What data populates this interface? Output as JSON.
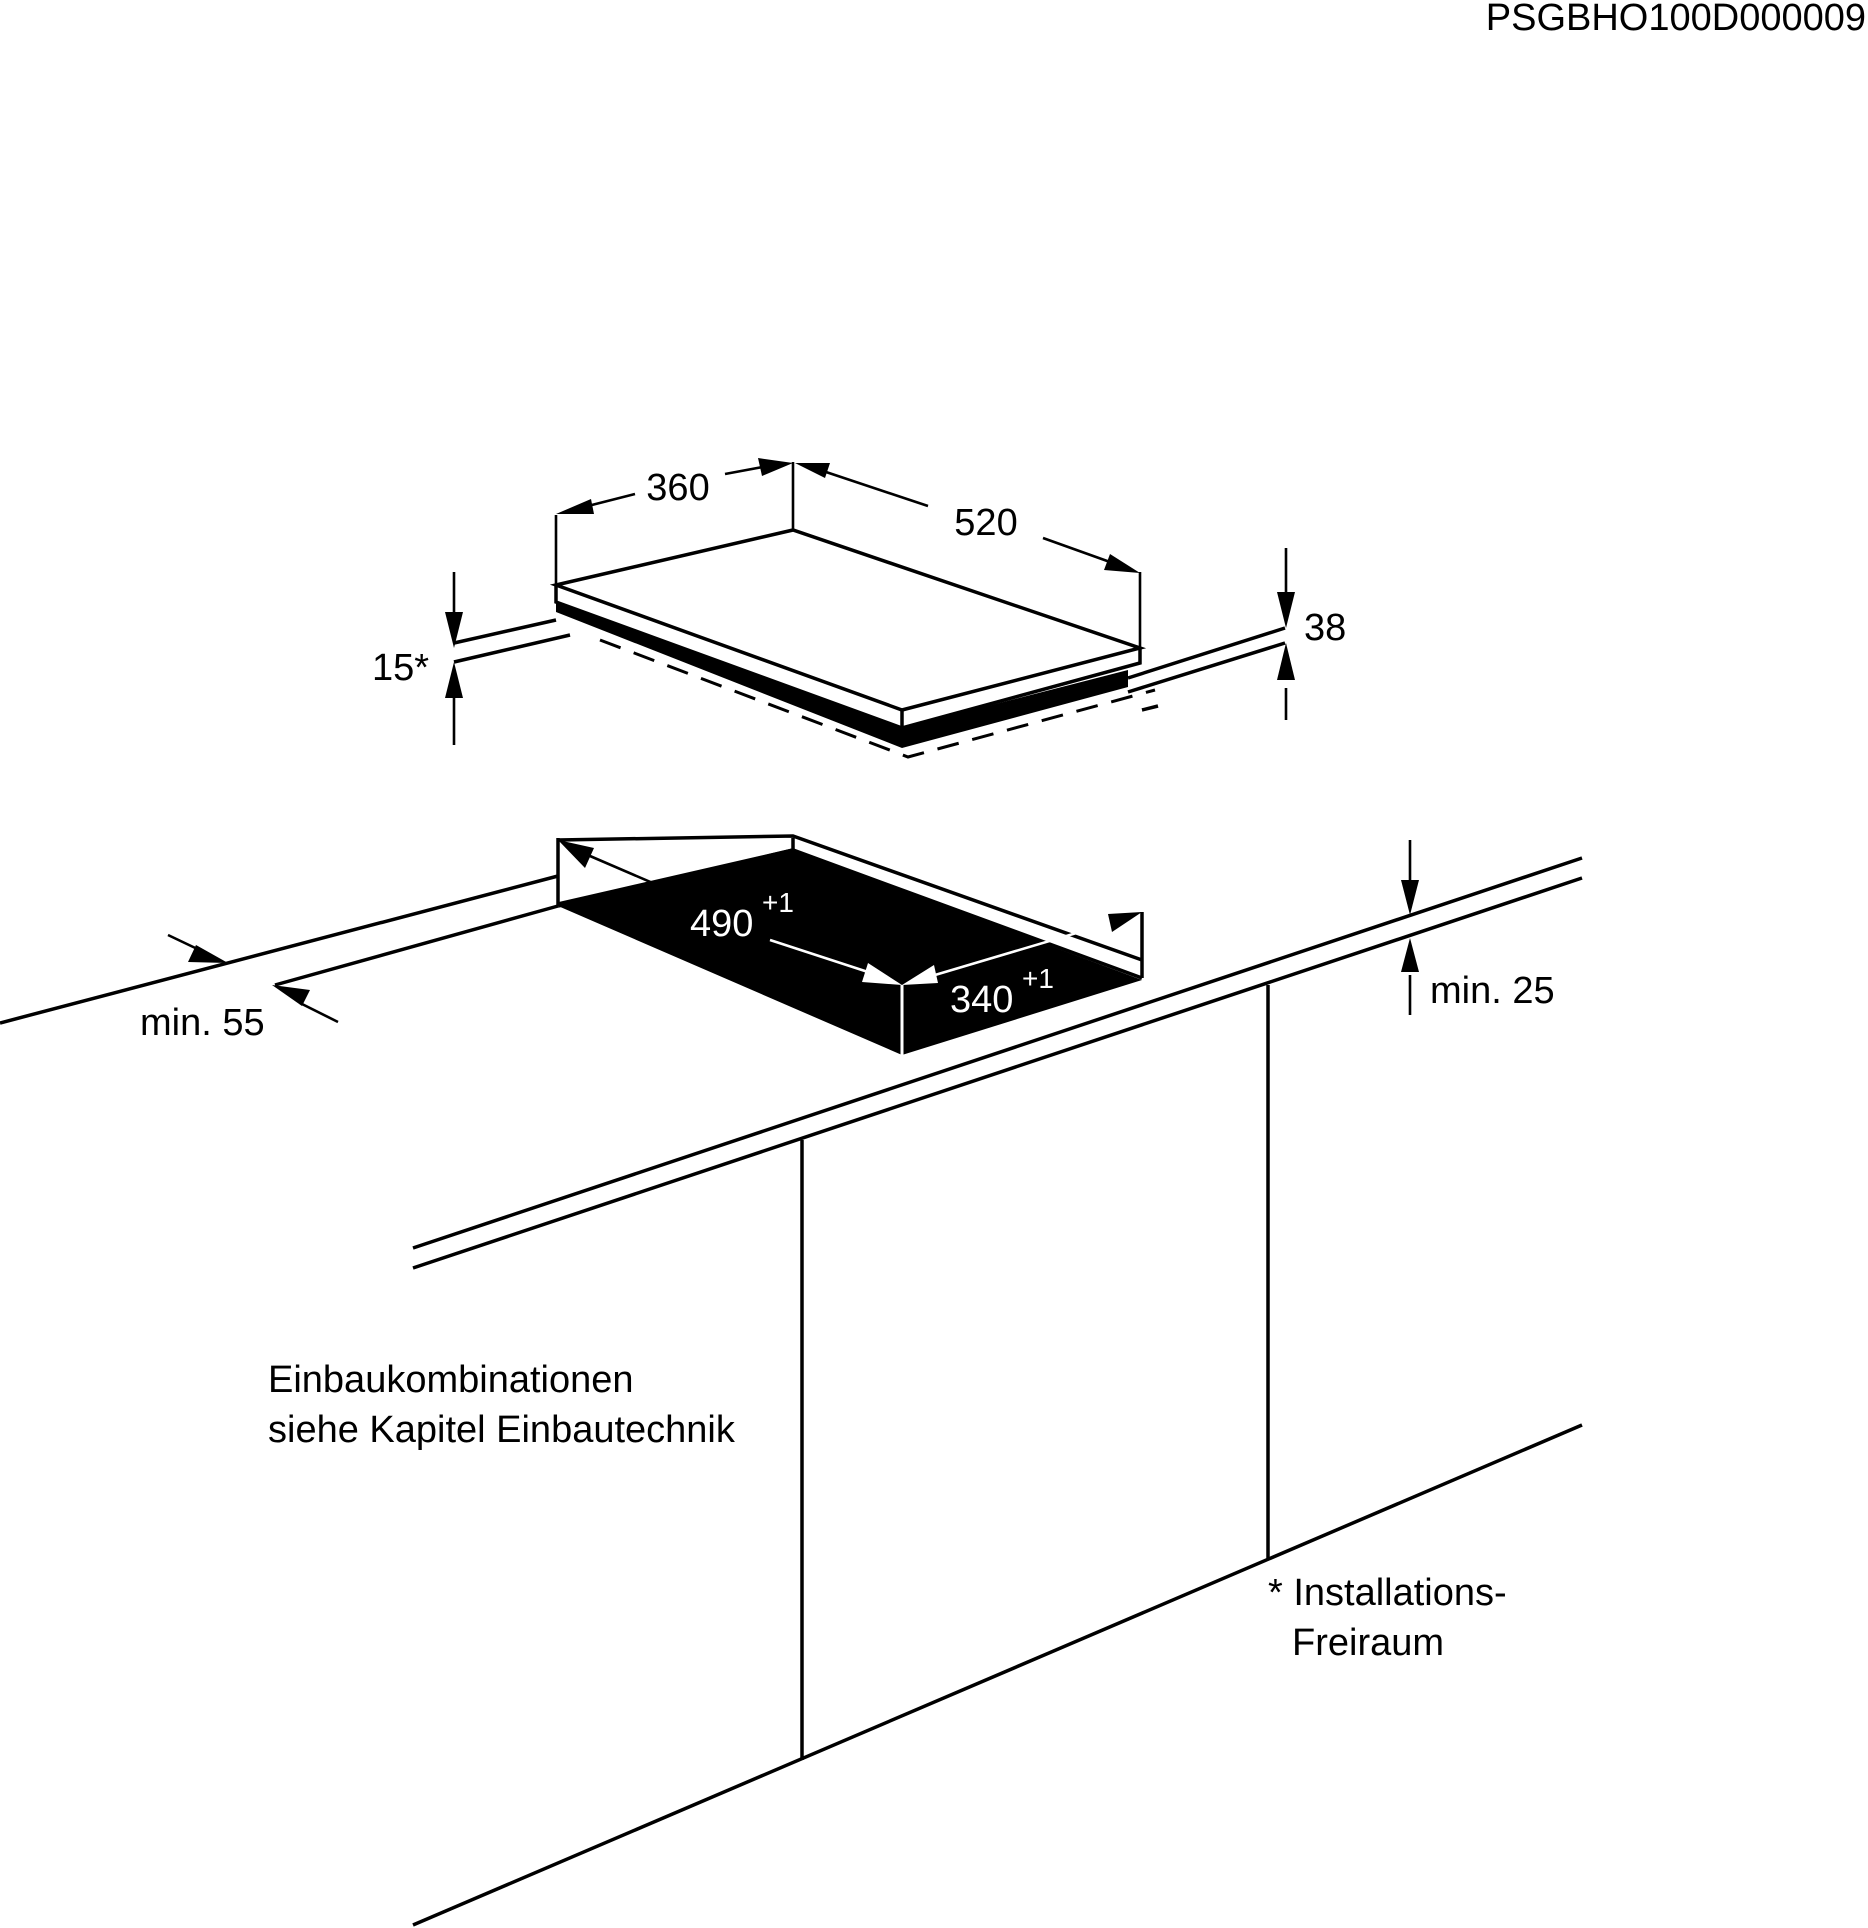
{
  "doc_code": "PSGBHO100D000009",
  "dims": {
    "width_top": "360",
    "depth_top": "520",
    "height_total": "38",
    "clearance_top": "15*",
    "cutout_depth": "490",
    "cutout_depth_tol": "+1",
    "cutout_width": "340",
    "cutout_width_tol": "+1",
    "min_front": "min. 55",
    "min_side": "min. 25"
  },
  "notes": {
    "combo_line1": "Einbaukombinationen",
    "combo_line2": "siehe Kapitel Einbautechnik",
    "footnote_line1": "* Installations-",
    "footnote_line2": "Freiraum"
  }
}
